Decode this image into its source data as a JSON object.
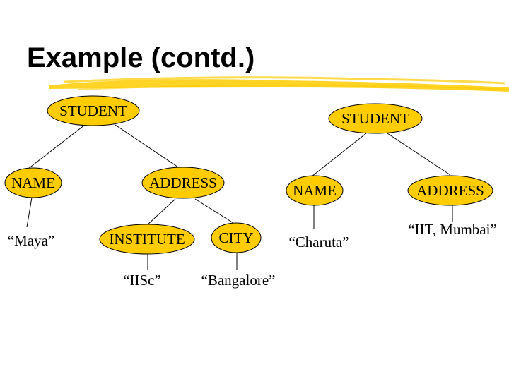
{
  "slide": {
    "title": "Example (contd.)"
  },
  "colors": {
    "node_fill": "#FFCC00",
    "underline_stroke": "#FFCC00",
    "text": "#000000",
    "background": "#FFFFFF"
  },
  "trees": [
    {
      "root": "STUDENT",
      "name_node": "NAME",
      "name_value": "“Maya”",
      "address_node": "ADDRESS",
      "institute_node": "INSTITUTE",
      "institute_value": "“IISc”",
      "city_node": "CITY",
      "city_value": "“Bangalore”"
    },
    {
      "root": "STUDENT",
      "name_node": "NAME",
      "name_value": "“Charuta”",
      "address_node": "ADDRESS",
      "address_value": "“IIT, Mumbai”"
    }
  ]
}
